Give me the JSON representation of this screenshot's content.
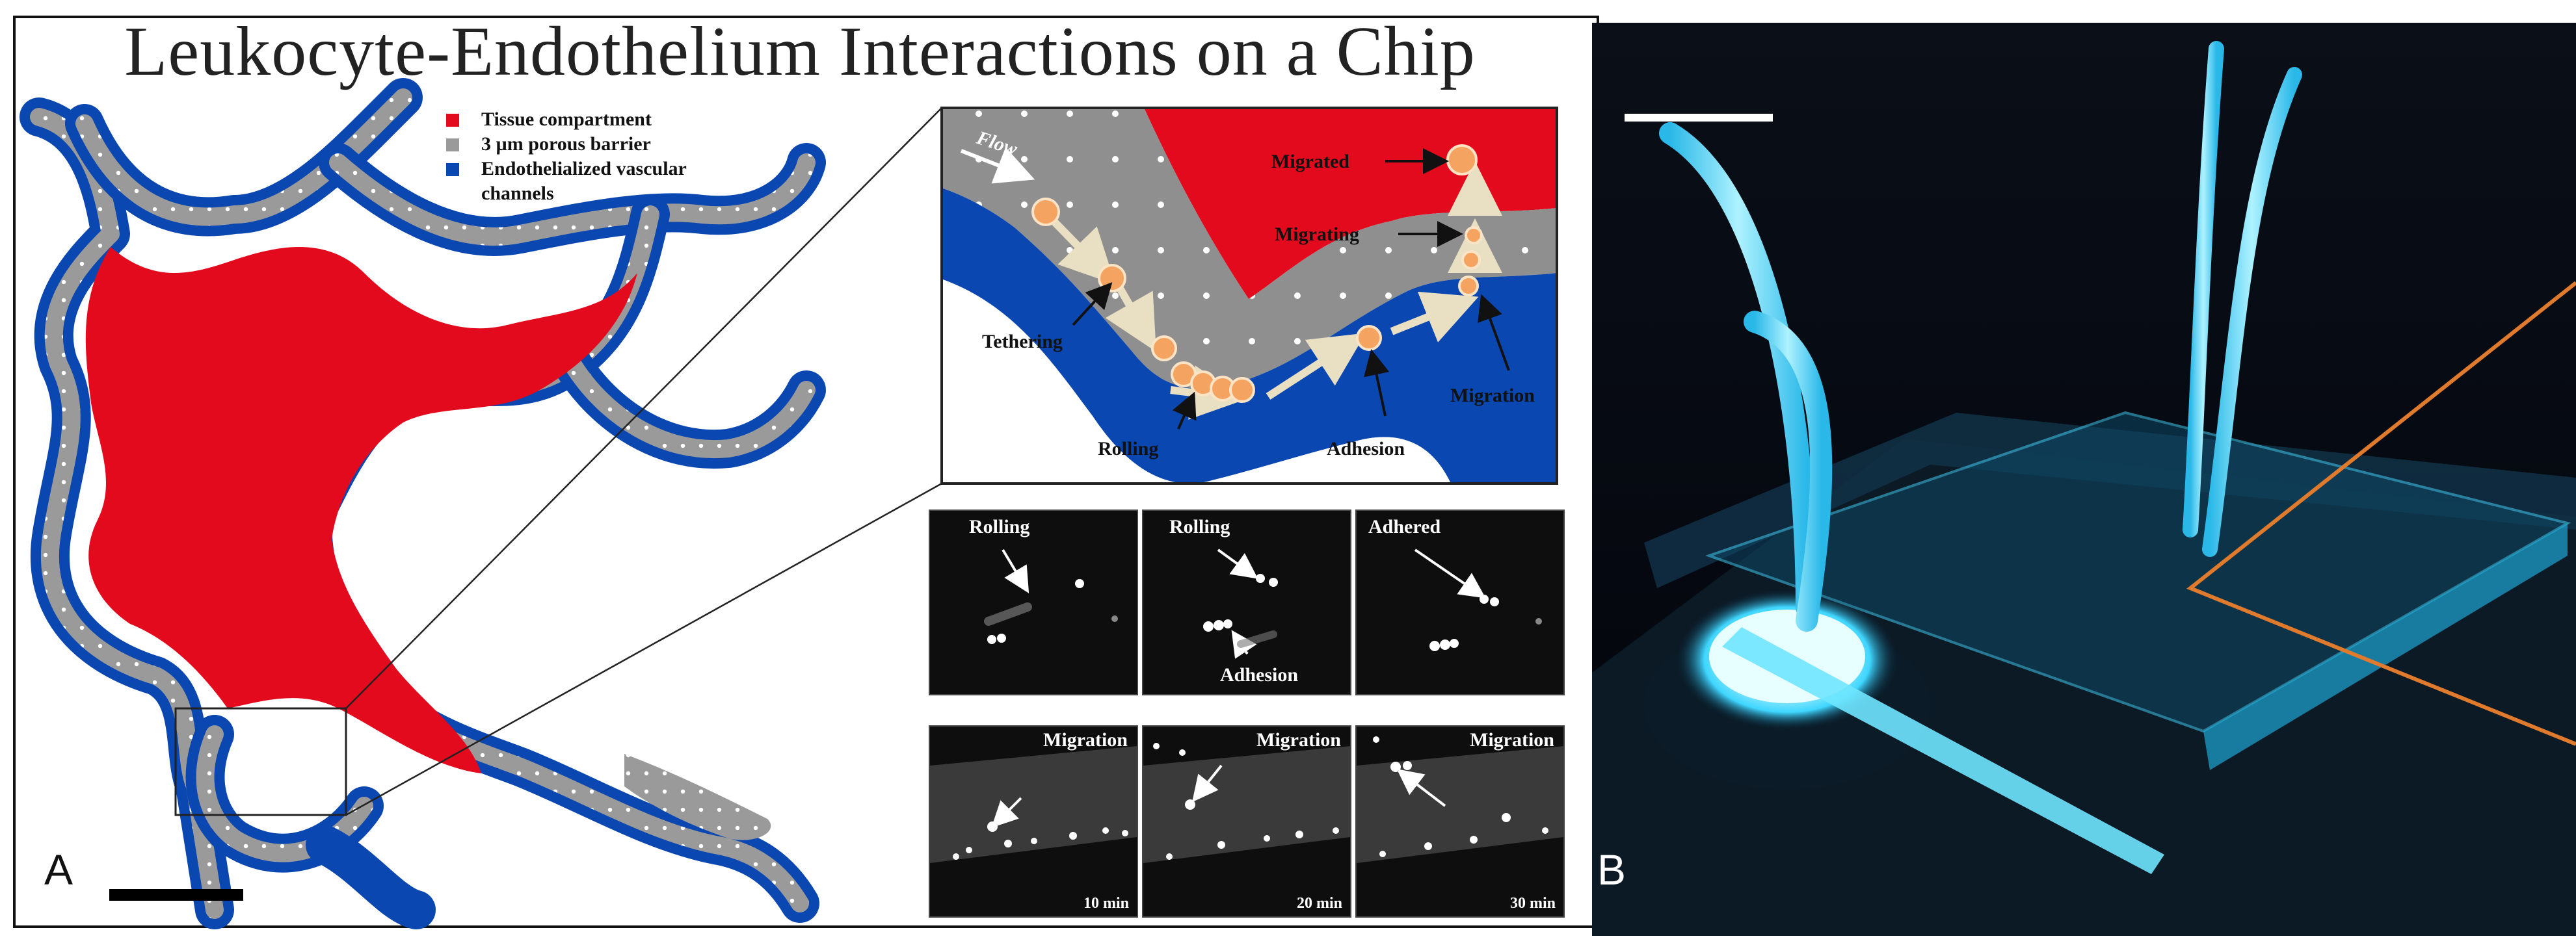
{
  "panel_a": {
    "title": "Leukocyte-Endothelium Interactions on a Chip",
    "legend": [
      {
        "label": "Tissue compartment",
        "color": "#e30a1d"
      },
      {
        "label": "3 µm porous barrier",
        "color": "#9a9a9a"
      },
      {
        "label": "Endothelialized vascular",
        "color": "#0a47b0"
      },
      {
        "label": "channels",
        "color": ""
      }
    ],
    "panel_label": "A",
    "inset": {
      "flow_label": "Flow",
      "stages": {
        "tethering": "Tethering",
        "rolling": "Rolling",
        "adhesion": "Adhesion",
        "migration": "Migration",
        "migrating": "Migrating",
        "migrated": "Migrated"
      }
    },
    "micrographs": [
      {
        "label": "Rolling",
        "sublabel": "",
        "time": ""
      },
      {
        "label": "Rolling",
        "sublabel": "Adhesion",
        "time": ""
      },
      {
        "label": "Adhered",
        "sublabel": "",
        "time": ""
      },
      {
        "label": "Migration",
        "sublabel": "",
        "time": "10 min"
      },
      {
        "label": "Migration",
        "sublabel": "",
        "time": "20 min"
      },
      {
        "label": "Migration",
        "sublabel": "",
        "time": "30 min"
      }
    ]
  },
  "panel_b": {
    "panel_label": "B",
    "colors": {
      "background": "#05080d",
      "glow": "#3fd6ff",
      "outline": "#e07a2c"
    }
  }
}
